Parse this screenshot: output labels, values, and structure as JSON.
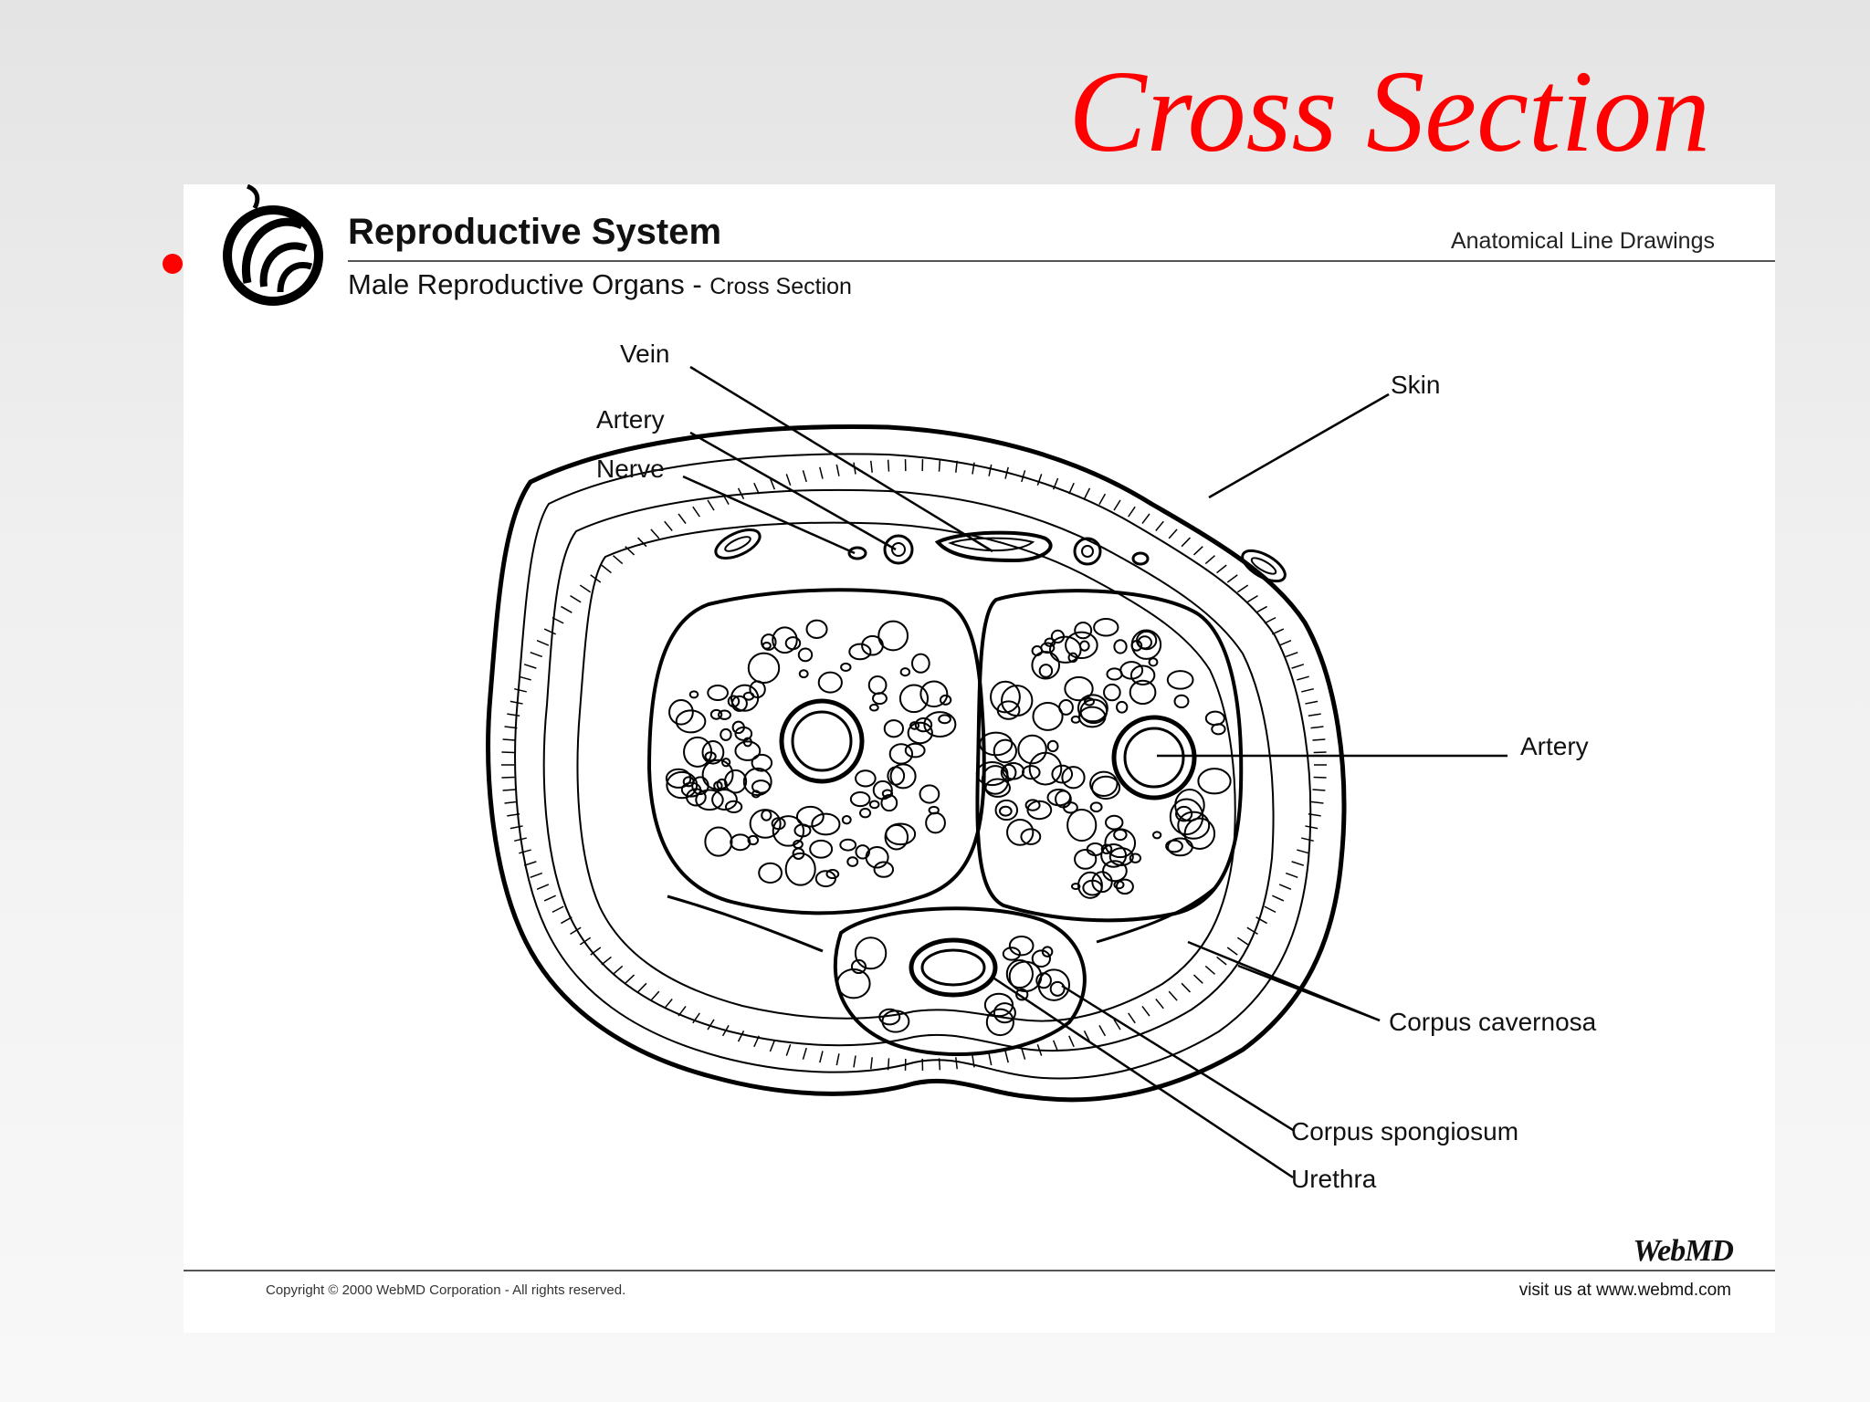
{
  "slide": {
    "title": "Cross Section"
  },
  "figure": {
    "title": "Reproductive System",
    "subtitle": "Male Reproductive Organs -",
    "subtitle_detail": "Cross Section",
    "category": "Anatomical Line Drawings",
    "labels": {
      "vein": "Vein",
      "artery_top": "Artery",
      "nerve": "Nerve",
      "skin": "Skin",
      "artery_right": "Artery",
      "corpus_cavernosa": "Corpus cavernosa",
      "corpus_spongiosum": "Corpus spongiosum",
      "urethra": "Urethra"
    },
    "brand": "WebMD",
    "copyright": "Copyright © 2000  WebMD Corporation - All rights reserved.",
    "site": "visit us at www.webmd.com"
  },
  "colors": {
    "title_red": "#ff0000",
    "line": "#000000"
  }
}
